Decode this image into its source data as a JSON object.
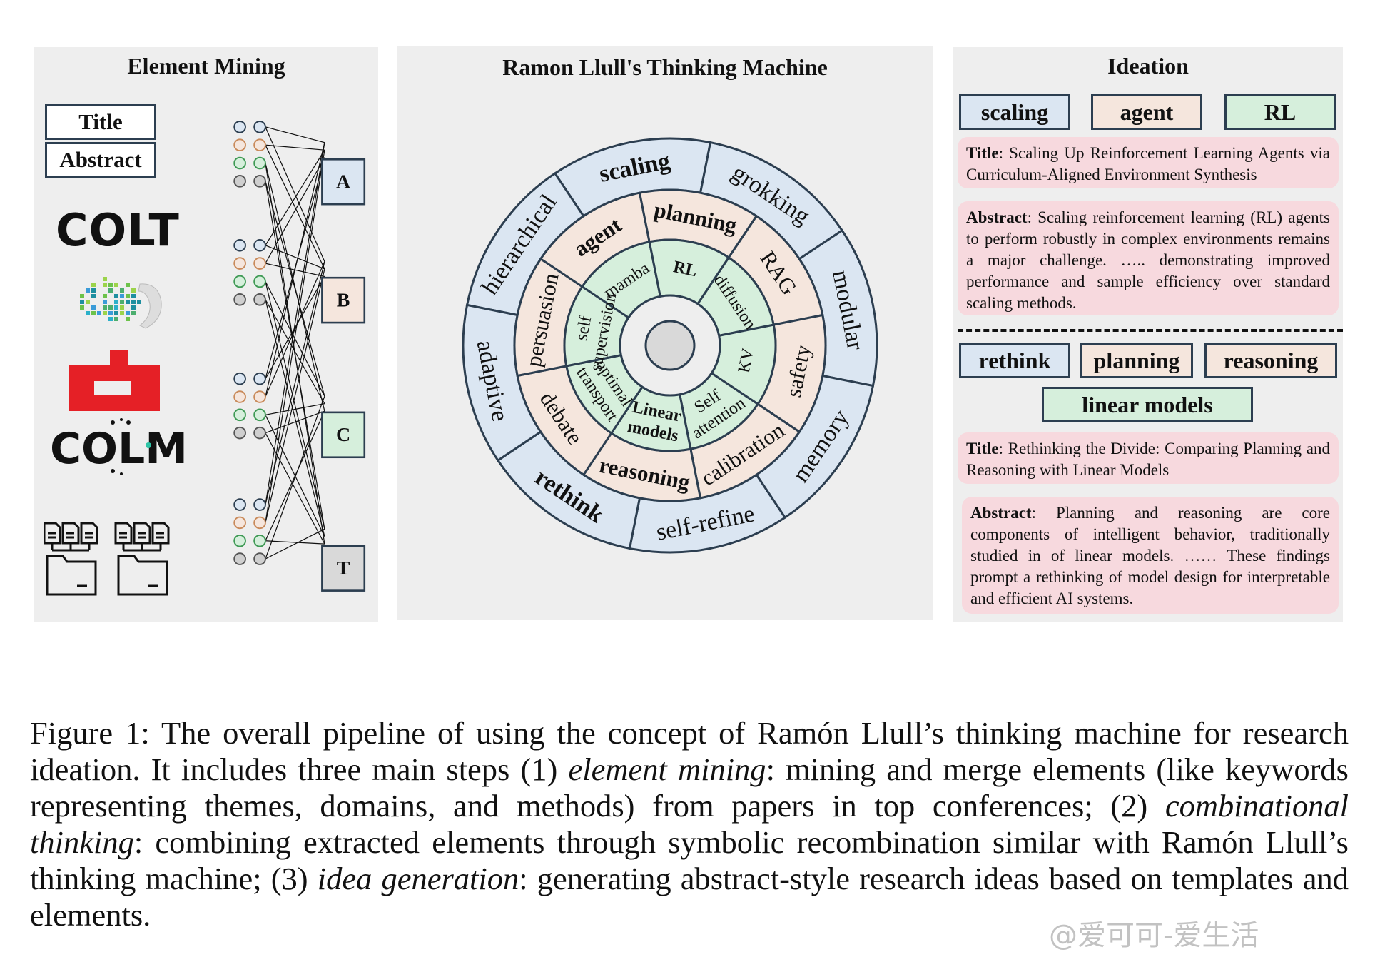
{
  "mining": {
    "title": "Element Mining",
    "source_title": "Title",
    "source_abstract": "Abstract",
    "venues": [
      {
        "name": "COLT",
        "kind": "wordmark"
      },
      {
        "name": "ICLR",
        "kind": "logo-icon"
      },
      {
        "name": "ICML",
        "kind": "logo-icon"
      },
      {
        "name": "COLM",
        "kind": "wordmark"
      },
      {
        "name": "papers",
        "kind": "document-folder-icon"
      }
    ],
    "targets": [
      "A",
      "B",
      "C",
      "T"
    ],
    "colors": {
      "A": "#dbe6f2",
      "B": "#f5e6dd",
      "C": "#d6efdc",
      "T": "#d9d9d9"
    }
  },
  "wheel": {
    "title": "Ramon Llull's Thinking Machine",
    "outer_ring": [
      "hierarchical",
      "scaling",
      "grokking",
      "modular",
      "memory",
      "self-refine",
      "rethink",
      "adaptive"
    ],
    "middle_ring": [
      "agent",
      "planning",
      "RAG",
      "safety",
      "calibration",
      "reasoning",
      "debate",
      "persuasion"
    ],
    "inner_ring": [
      "mamba",
      "RL",
      "diffusion",
      "KV",
      "Self attention",
      "Linear models",
      "optimal transport",
      "self supervision"
    ],
    "colors": {
      "outer": "#dbe6f2",
      "middle": "#f5e6dd",
      "inner": "#d6efdc",
      "hub": "#d9d9d9"
    }
  },
  "ideation": {
    "title": "Ideation",
    "idea1": {
      "keywords": [
        {
          "text": "scaling",
          "tone": "blue"
        },
        {
          "text": "agent",
          "tone": "peach"
        },
        {
          "text": "RL",
          "tone": "green"
        }
      ],
      "title_label": "Title",
      "title_text": ": Scaling Up Reinforcement Learning Agents via Curriculum-Aligned Environment Synthesis",
      "abstract_label": "Abstract",
      "abstract_text": ": Scaling reinforcement learning (RL) agents to perform robustly in complex environments remains a major challenge. ….. demonstrating improved performance and sample efficiency over standard scaling methods."
    },
    "idea2": {
      "keywords": [
        {
          "text": "rethink",
          "tone": "blue"
        },
        {
          "text": "planning",
          "tone": "peach"
        },
        {
          "text": "reasoning",
          "tone": "peach"
        },
        {
          "text": "linear models",
          "tone": "green"
        }
      ],
      "title_label": "Title",
      "title_text": ": Rethinking the Divide: Comparing Planning and Reasoning with Linear Models",
      "abstract_label": "Abstract",
      "abstract_text": ": Planning and reasoning are core components of intelligent behavior, traditionally studied in of linear models. …… These findings prompt a rethinking of model design for interpretable and efficient AI systems."
    }
  },
  "caption": {
    "lead": "Figure 1: The overall pipeline of using the concept of Ramón Llull’s thinking machine for research ideation. It includes three main steps (1) ",
    "step1": "element mining",
    "after1": ": mining and merge elements (like keywords representing themes, domains, and methods) from papers in top conferences; (2) ",
    "step2": "combinational thinking",
    "after2": ": combining extracted elements through symbolic recombination similar with Ramón Llull’s thinking machine; (3) ",
    "step3": "idea generation",
    "after3": ": generating abstract-style research ideas based on templates and elements."
  },
  "watermark": "@爱可可-爱生活"
}
